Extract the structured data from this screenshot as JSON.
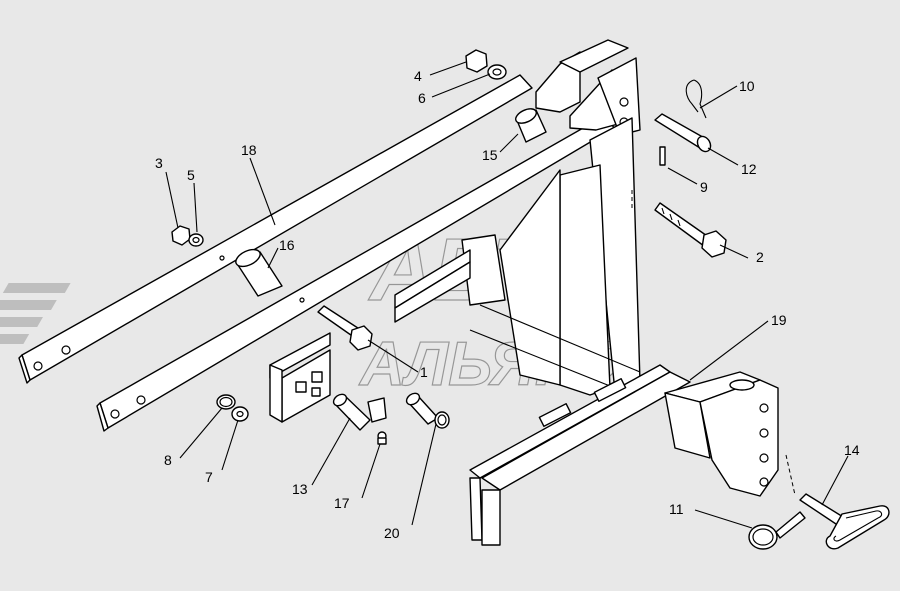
{
  "callouts": [
    {
      "id": "c4",
      "text": "4"
    },
    {
      "id": "c6",
      "text": "6"
    },
    {
      "id": "c10",
      "text": "10"
    },
    {
      "id": "c3",
      "text": "3"
    },
    {
      "id": "c5",
      "text": "5"
    },
    {
      "id": "c18",
      "text": "18"
    },
    {
      "id": "c15",
      "text": "15"
    },
    {
      "id": "c12",
      "text": "12"
    },
    {
      "id": "c9",
      "text": "9"
    },
    {
      "id": "c16",
      "text": "16"
    },
    {
      "id": "c2",
      "text": "2"
    },
    {
      "id": "c19",
      "text": "19"
    },
    {
      "id": "c1",
      "text": "1"
    },
    {
      "id": "c8",
      "text": "8"
    },
    {
      "id": "c7",
      "text": "7"
    },
    {
      "id": "c13",
      "text": "13"
    },
    {
      "id": "c17",
      "text": "17"
    },
    {
      "id": "c20",
      "text": "20"
    },
    {
      "id": "c14",
      "text": "14"
    },
    {
      "id": "c11",
      "text": "11"
    }
  ],
  "watermark": {
    "line1": "АВТО",
    "line2": "АЛЬЯНС"
  }
}
